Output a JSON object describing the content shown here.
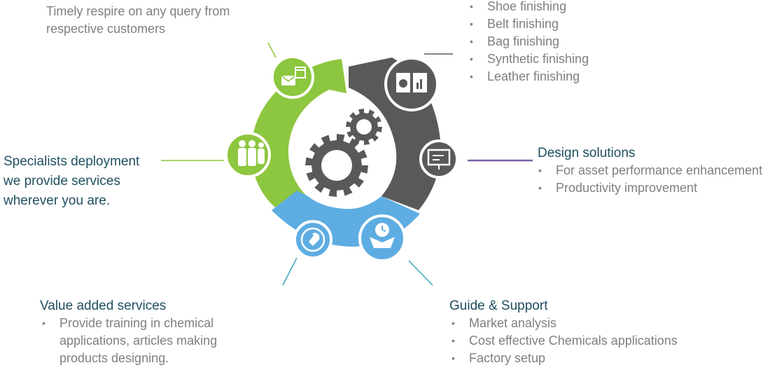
{
  "top_left": {
    "text": "Timely respire on any query from respective customers"
  },
  "finishing": {
    "items": [
      "Shoe finishing",
      "Belt finishing",
      "Bag finishing",
      "Synthetic finishing",
      "Leather finishing"
    ]
  },
  "specialists": {
    "text": "Specialists deployment we provide services wherever you are."
  },
  "design": {
    "title": "Design solutions",
    "items": [
      "For asset performance enhancement",
      "Productivity improvement"
    ]
  },
  "value_added": {
    "title": "Value added services",
    "items": [
      "Provide training in chemical applications, articles making products designing."
    ]
  },
  "guide": {
    "title": "Guide & Support",
    "items": [
      "Market analysis",
      "Cost effective Chemicals applications",
      "Factory setup"
    ]
  },
  "colors": {
    "green": "#8dc63f",
    "gray": "#595959",
    "blue": "#5dade2",
    "gear": "#595959",
    "purple": "#7b5ea7",
    "teal_line": "#3aa6c0"
  },
  "icons": [
    "mail-calendar-icon",
    "book-chart-icon",
    "presentation-icon",
    "people-icon",
    "wrench-icon",
    "box-clock-icon",
    "gears-icon"
  ]
}
